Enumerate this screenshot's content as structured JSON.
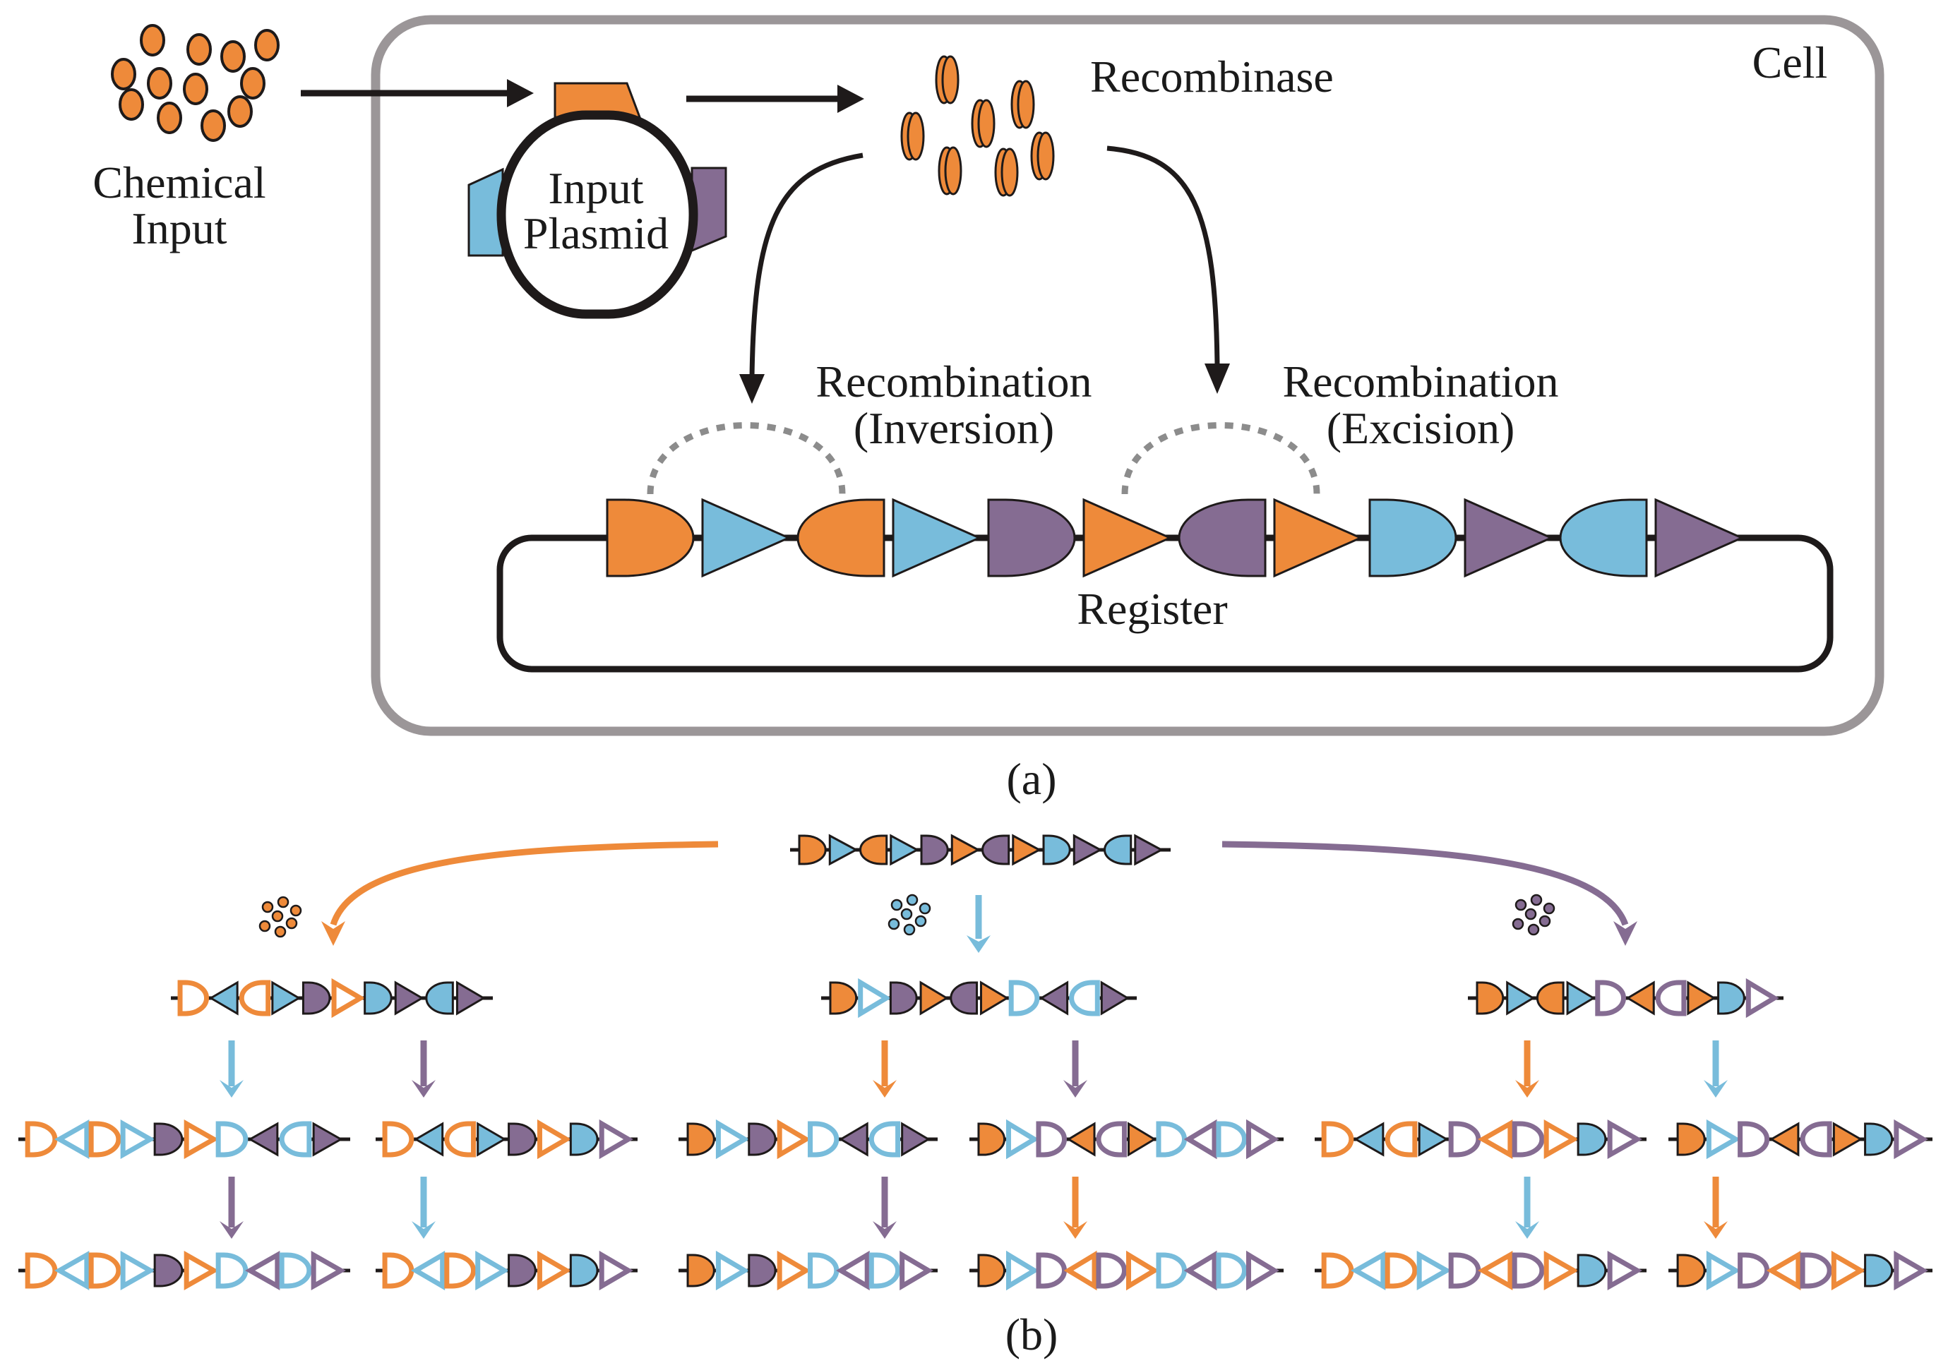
{
  "colors": {
    "orange": "#ee8a3a",
    "blue": "#78bcdb",
    "purple": "#856c92",
    "black": "#1e1a1a",
    "cell_border": "#9b9698",
    "dash": "#8c8c8c"
  },
  "panel_a": {
    "label": "(a)",
    "chemical_input_line1": "Chemical",
    "chemical_input_line2": "Input",
    "plasmid_line1": "Input",
    "plasmid_line2": "Plasmid",
    "recombinase": "Recombinase",
    "cell": "Cell",
    "inversion_line1": "Recombination",
    "inversion_line2": "(Inversion)",
    "excision_line1": "Recombination",
    "excision_line2": "(Excision)",
    "register": "Register",
    "register_parts": [
      "oD",
      "b>",
      "oC",
      "b>",
      "pD",
      "o>",
      "pC",
      "o>",
      "bD",
      "p>",
      "bC",
      "p>"
    ]
  },
  "panel_b": {
    "label": "(b)",
    "legend": "Part codes: color o=orange b=blue p=purple; shape D=flat-left half disc, C=flat-right half disc, >=forward triangle, <=reverse triangle; * = recombined (outline)",
    "initial": [
      "oD",
      "b>",
      "oC",
      "b>",
      "pD",
      "o>",
      "pC",
      "o>",
      "bD",
      "p>",
      "bC",
      "p>"
    ],
    "level1": [
      {
        "inducer": "orange",
        "parts": [
          "oD*",
          "b<",
          "oC*",
          "b>",
          "pD",
          "o>*",
          "bD",
          "p>",
          "bC",
          "p>"
        ]
      },
      {
        "inducer": "blue",
        "parts": [
          "oD",
          "b>*",
          "pD",
          "o>",
          "pC",
          "o>",
          "bD*",
          "p<",
          "bC*",
          "p>"
        ]
      },
      {
        "inducer": "purple",
        "parts": [
          "oD",
          "b>",
          "oC",
          "b>",
          "pD*",
          "o<",
          "pC*",
          "o>",
          "bD",
          "p>*"
        ]
      }
    ],
    "level2": [
      {
        "inducer": "blue",
        "parts": [
          "oD*",
          "b<*",
          "oD*",
          "b>*",
          "pD",
          "o>*",
          "bD*",
          "p<",
          "bC*",
          "p>"
        ]
      },
      {
        "inducer": "purple",
        "parts": [
          "oD*",
          "b<",
          "oC*",
          "b>",
          "pD",
          "o>*",
          "bD",
          "p>*"
        ]
      },
      {
        "inducer": "orange",
        "parts": [
          "oD",
          "b>*",
          "pD",
          "o>*",
          "bD*",
          "p<",
          "bC*",
          "p>"
        ]
      },
      {
        "inducer": "purple",
        "parts": [
          "oD",
          "b>*",
          "pD*",
          "o<",
          "pC*",
          "o>",
          "bD*",
          "p<*",
          "bD*",
          "p>*"
        ]
      },
      {
        "inducer": "orange",
        "parts": [
          "oD*",
          "b<",
          "oC*",
          "b>",
          "pD*",
          "o<*",
          "pD*",
          "o>*",
          "bD",
          "p>*"
        ]
      },
      {
        "inducer": "blue",
        "parts": [
          "oD",
          "b>*",
          "pD*",
          "o<",
          "pC*",
          "o>",
          "bD",
          "p>*"
        ]
      }
    ],
    "level3": [
      {
        "inducer": "purple",
        "parts": [
          "oD*",
          "b<*",
          "oD*",
          "b>*",
          "pD",
          "o>*",
          "bD*",
          "p<*",
          "bD*",
          "p>*"
        ]
      },
      {
        "inducer": "blue",
        "parts": [
          "oD*",
          "b<*",
          "oD*",
          "b>*",
          "pD",
          "o>*",
          "bD",
          "p>*"
        ]
      },
      {
        "inducer": "purple",
        "parts": [
          "oD",
          "b>*",
          "pD",
          "o>*",
          "bD*",
          "p<*",
          "bD*",
          "p>*"
        ]
      },
      {
        "inducer": "orange",
        "parts": [
          "oD",
          "b>*",
          "pD*",
          "o<*",
          "pD*",
          "o>*",
          "bD*",
          "p<*",
          "bD*",
          "p>*"
        ]
      },
      {
        "inducer": "blue",
        "parts": [
          "oD*",
          "b<*",
          "oD*",
          "b>*",
          "pD*",
          "o<*",
          "pD*",
          "o>*",
          "bD",
          "p>*"
        ]
      },
      {
        "inducer": "orange",
        "parts": [
          "oD",
          "b>*",
          "pD*",
          "o<*",
          "pD*",
          "o>*",
          "bD",
          "p>*"
        ]
      }
    ]
  }
}
